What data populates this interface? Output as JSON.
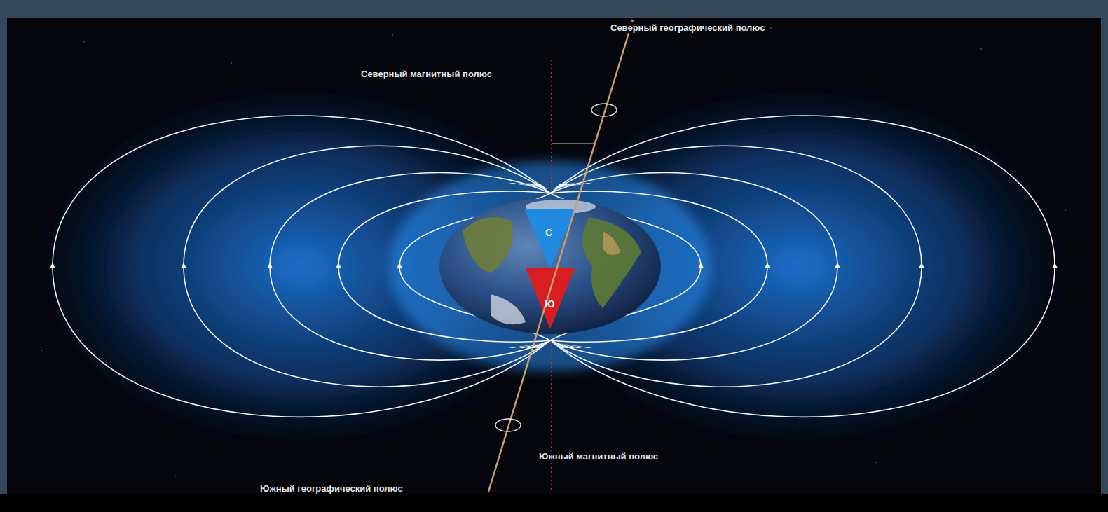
{
  "diagram": {
    "labels": [
      "Северный географический полюс",
      "Северный магнитный полюс",
      "С",
      "Ю",
      "Южный магнитный полюс",
      "Южный географический полюс"
    ]
  }
}
